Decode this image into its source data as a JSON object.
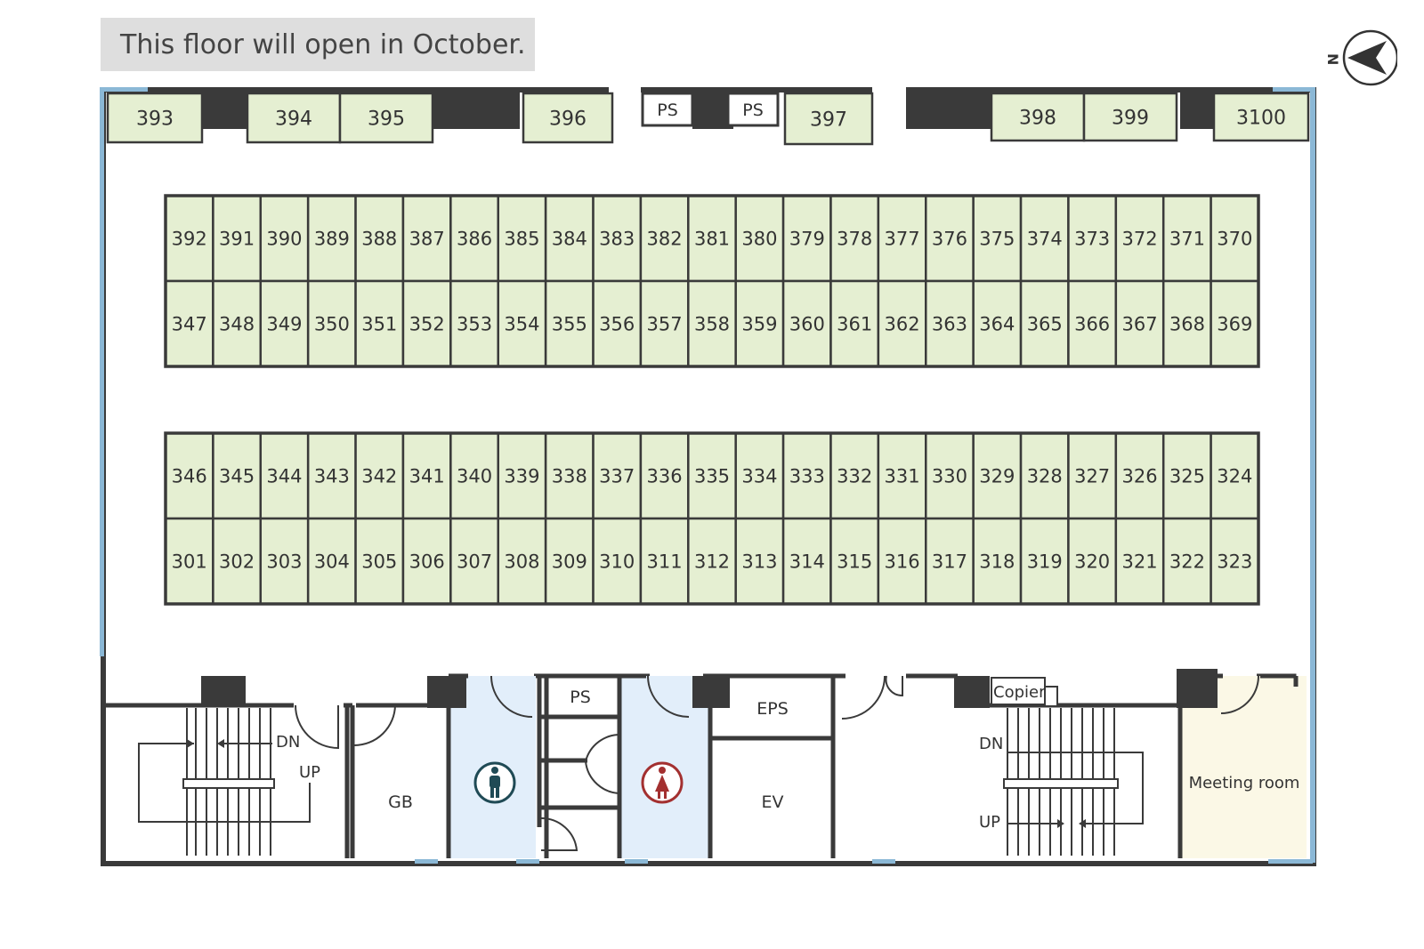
{
  "notice": "This floor will open in October.",
  "compass_label": "N",
  "colors": {
    "booth": "#e5efd2",
    "wall": "#3a3a3a",
    "window": "#8bb8d6",
    "restroom": "#e2eefa",
    "meeting": "#fbf8e6",
    "notice_bg": "#dedede"
  },
  "perimeter_booths": [
    "393",
    "394",
    "395",
    "396",
    "397",
    "398",
    "399",
    "3100"
  ],
  "ps_labels": [
    "PS",
    "PS"
  ],
  "block1_top": [
    "392",
    "391",
    "390",
    "389",
    "388",
    "387",
    "386",
    "385",
    "384",
    "383",
    "382",
    "381",
    "380",
    "379",
    "378",
    "377",
    "376",
    "375",
    "374",
    "373",
    "372",
    "371",
    "370"
  ],
  "block1_bottom": [
    "347",
    "348",
    "349",
    "350",
    "351",
    "352",
    "353",
    "354",
    "355",
    "356",
    "357",
    "358",
    "359",
    "360",
    "361",
    "362",
    "363",
    "364",
    "365",
    "366",
    "367",
    "368",
    "369"
  ],
  "block2_top": [
    "346",
    "345",
    "344",
    "343",
    "342",
    "341",
    "340",
    "339",
    "338",
    "337",
    "336",
    "335",
    "334",
    "333",
    "332",
    "331",
    "330",
    "329",
    "328",
    "327",
    "326",
    "325",
    "324"
  ],
  "block2_bottom": [
    "301",
    "302",
    "303",
    "304",
    "305",
    "306",
    "307",
    "308",
    "309",
    "310",
    "311",
    "312",
    "313",
    "314",
    "315",
    "316",
    "317",
    "318",
    "319",
    "320",
    "321",
    "322",
    "323"
  ],
  "rooms": {
    "stair_left_dn": "DN",
    "stair_left_up": "UP",
    "gb": "GB",
    "ps_restroom": "PS",
    "eps": "EPS",
    "ev": "EV",
    "copier": "Copier",
    "stair_right_dn": "DN",
    "stair_right_up": "UP",
    "meeting_room": "Meeting room"
  },
  "icons": {
    "mens_restroom": "mens-restroom-icon",
    "womens_restroom": "womens-restroom-icon",
    "compass": "north-arrow-icon"
  }
}
